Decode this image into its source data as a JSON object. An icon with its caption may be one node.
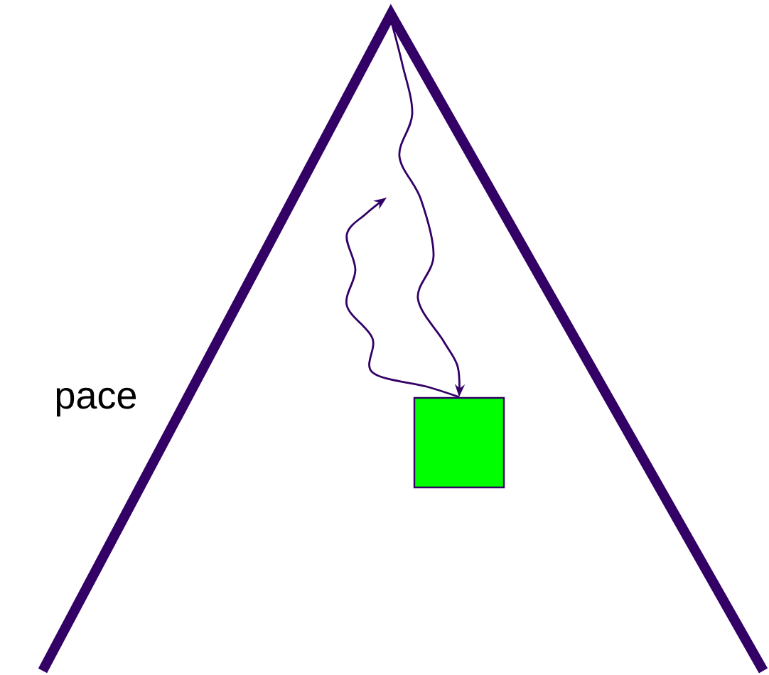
{
  "diagram": {
    "nodes": [
      {
        "text": [],
        "shape": "triangle"
      },
      {
        "text": [],
        "shape": "box",
        "in": 0
      }
    ],
    "edges": [
      {
        "from": null,
        "to": 1,
        "arrow": "to"
      },
      {
        "from": 1,
        "to": null,
        "arrow": "to"
      }
    ],
    "labels": [
      "pace"
    ]
  }
}
